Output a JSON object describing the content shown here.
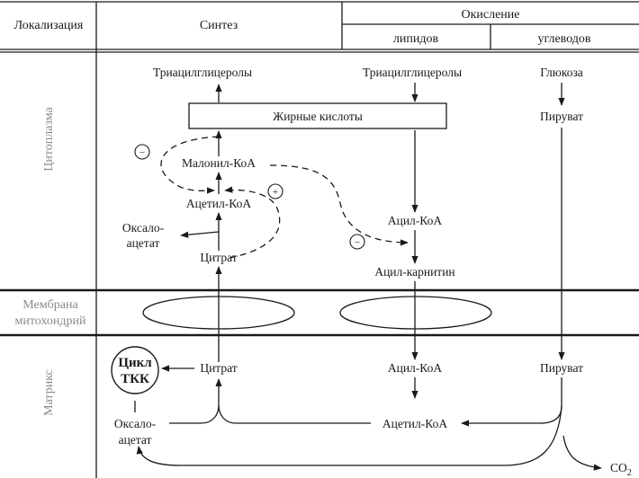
{
  "header": {
    "localization": "Локализация",
    "synthesis": "Синтез",
    "oxidation": "Окисление",
    "lipids": "липидов",
    "carbohydrates": "углеводов"
  },
  "rows": {
    "cytoplasm": "Цитоплазма",
    "membrane_line1": "Мембрана",
    "membrane_line2": "митохондрий",
    "matrix": "Матрикс"
  },
  "cytoplasm": {
    "tag_synthesis": "Триацилглицеролы",
    "tag_lipid": "Триацилглицеролы",
    "glucose": "Глюкоза",
    "fatty_acids": "Жирные кислоты",
    "pyruvate": "Пируват",
    "malonyl_coa": "Малонил-КоА",
    "acetyl_coa": "Ацетил-КоА",
    "oxaloacetate_l1": "Оксало-",
    "oxaloacetate_l2": "ацетат",
    "citrate": "Цитрат",
    "acyl_coa": "Ацил-КоА",
    "acyl_carnitine": "Ацил-карнитин",
    "minus": "−",
    "plus": "+"
  },
  "matrix": {
    "tca_l1": "Цикл",
    "tca_l2": "ТКК",
    "citrate": "Цитрат",
    "acyl_coa": "Ацил-КоА",
    "pyruvate": "Пируват",
    "oxaloacetate_l1": "Оксало-",
    "oxaloacetate_l2": "ацетат",
    "acetyl_coa": "Ацетил-КоА",
    "co2": "CO",
    "co2_sub": "2"
  }
}
